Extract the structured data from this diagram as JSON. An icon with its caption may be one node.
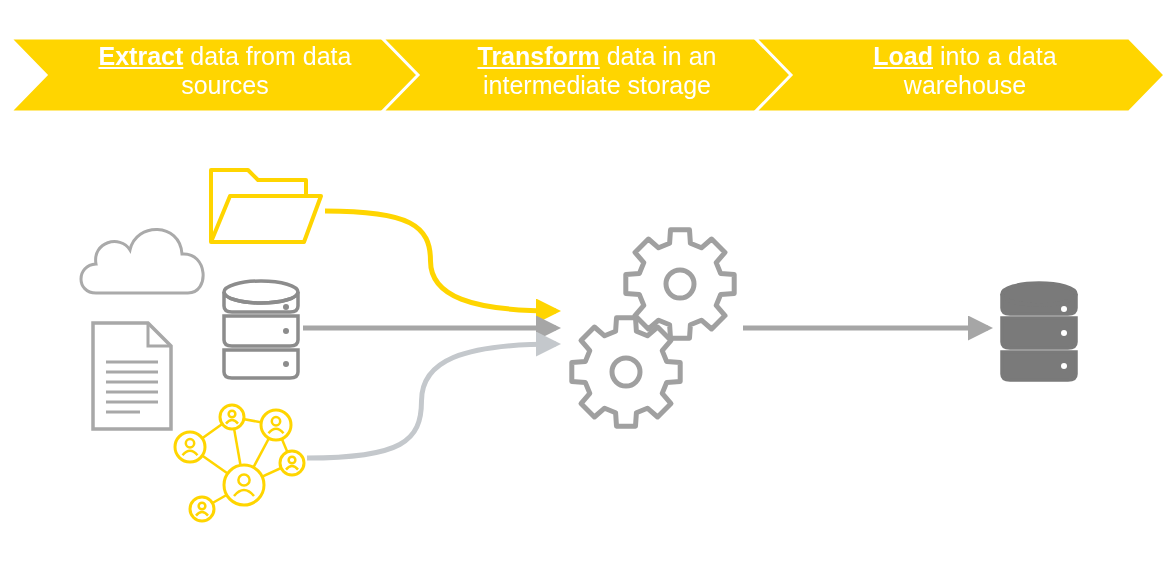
{
  "diagram": {
    "nodes": [
      {
        "text": [
          "**Extract** data from data sources"
        ]
      },
      {
        "text": [
          "**Transform** data in an intermediate storage"
        ]
      },
      {
        "text": [
          "**Load** into a data warehouse"
        ]
      },
      {
        "text": [],
        "shape": "picture"
      },
      {
        "text": [],
        "shape": "picture"
      },
      {
        "text": [],
        "shape": "picture"
      },
      {
        "text": [],
        "shape": "picture"
      },
      {
        "text": [],
        "shape": "picture"
      },
      {
        "text": [],
        "shape": "picture"
      },
      {
        "text": [],
        "shape": "picture"
      }
    ],
    "edges": [
      {
        "from": 3,
        "to": 8,
        "arrow": "to",
        "color": "#ffd500"
      },
      {
        "from": 5,
        "to": 8,
        "arrow": "to"
      },
      {
        "from": 7,
        "to": 8,
        "arrow": "to",
        "color": "#c4c8cc"
      },
      {
        "from": 8,
        "to": 9,
        "arrow": "to"
      }
    ]
  }
}
